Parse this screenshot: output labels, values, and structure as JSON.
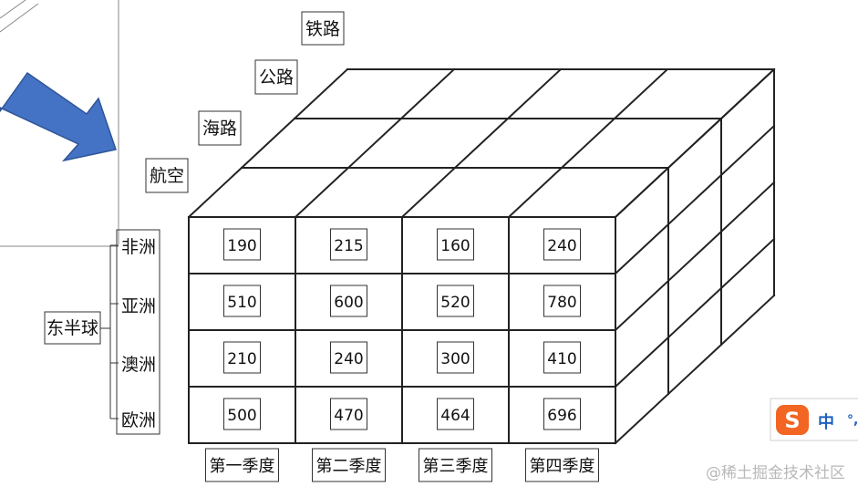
{
  "diagram": {
    "modes": [
      "航空",
      "海路",
      "公路",
      "铁路"
    ],
    "region_group": "东半球",
    "regions": [
      "非洲",
      "亚洲",
      "澳洲",
      "欧洲"
    ],
    "quarters": [
      "第一季度",
      "第二季度",
      "第三季度",
      "第四季度"
    ],
    "values": [
      [
        "190",
        "215",
        "160",
        "240"
      ],
      [
        "510",
        "600",
        "520",
        "780"
      ],
      [
        "210",
        "240",
        "300",
        "410"
      ],
      [
        "500",
        "470",
        "464",
        "696"
      ]
    ]
  },
  "ime_toolbar": {
    "logo": "S",
    "mode_label": "中",
    "punct_label": "°,"
  },
  "watermark": "@稀土掘金技术社区",
  "colors": {
    "arrow_fill": "#4472C4",
    "arrow_stroke": "#2F5597",
    "grid_line": "#222222",
    "ime_orange": "#F26522",
    "ime_blue": "#1F5FBF",
    "watermark": "#B8B8B8"
  }
}
